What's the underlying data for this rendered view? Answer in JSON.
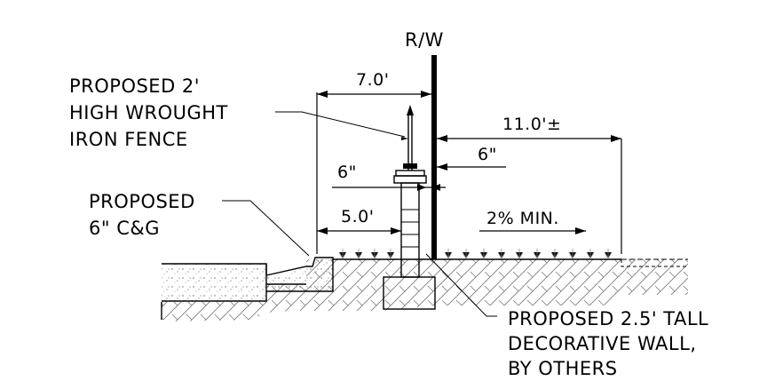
{
  "labels": {
    "rw": "R/W",
    "fence_line1": "PROPOSED 2'",
    "fence_line2": "HIGH WROUGHT",
    "fence_line3": "IRON FENCE",
    "cg_line1": "PROPOSED",
    "cg_line2": "6\" C&G",
    "wall_line1": "PROPOSED 2.5' TALL",
    "wall_line2": "DECORATIVE WALL,",
    "wall_line3": "BY OTHERS"
  },
  "dimensions": {
    "d_7_0": "7.0'",
    "d_11_0": "11.0'±",
    "d_6in_left": "6\"",
    "d_6in_right": "6\"",
    "d_5_0": "5.0'",
    "slope": "2% MIN."
  }
}
